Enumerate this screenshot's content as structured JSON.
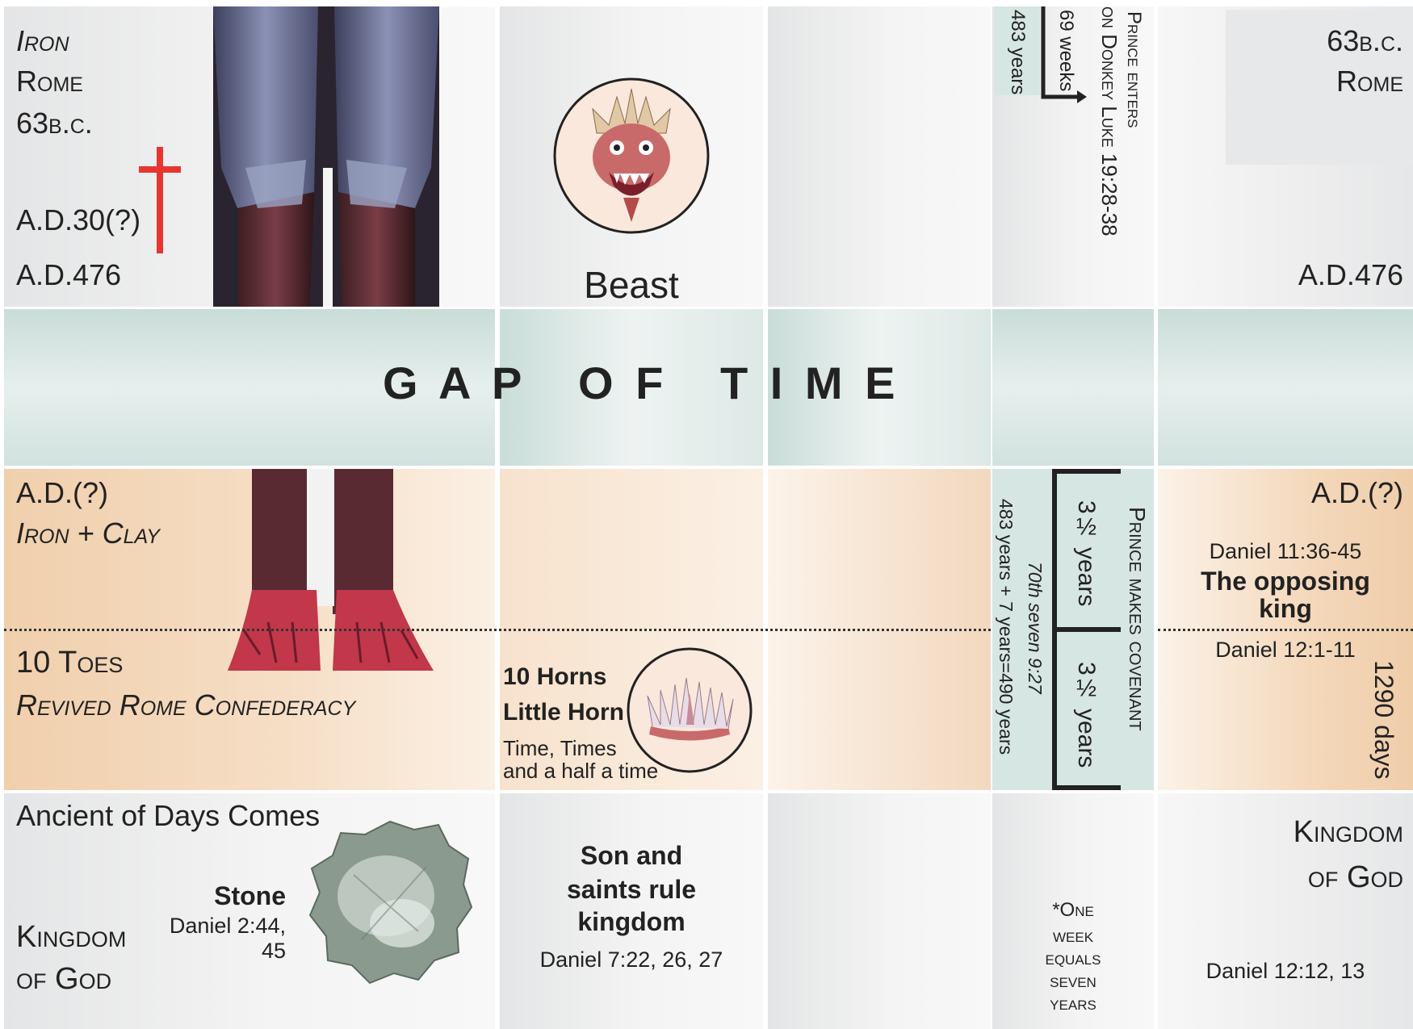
{
  "rome_top": {
    "label1": "Iron",
    "label2": "Rome",
    "date_start": "63b.c.",
    "date_cross": "A.D.30(?)",
    "date_end": "A.D.476"
  },
  "beast_label": "Beast",
  "seventy_weeks_top": {
    "years": "483 years",
    "weeks": "69 weeks",
    "prince_line1": "Prince enters",
    "prince_line2": "on Donkey Luke 19:28-38"
  },
  "right_top": {
    "date_start": "63b.c.",
    "label": "Rome",
    "date_end": "A.D.476"
  },
  "gap_band": {
    "text": "G A P   O F   T I M E"
  },
  "feet": {
    "date": "A.D.(?)",
    "label": "Iron + Clay"
  },
  "toes": {
    "label": "10 Toes",
    "sub": "Revived Rome Confederacy"
  },
  "horns": {
    "line1": "10 Horns",
    "line2": "Little Horn",
    "line3": "Time, Times",
    "line4": "and a half a time"
  },
  "seventieth_week": {
    "total": "483 years + 7 years=490 years",
    "week_label": "70th seven 9:27",
    "half1": "3½ years",
    "half2": "3½ years",
    "covenant": "Prince makes covenant"
  },
  "right_middle": {
    "date": "A.D.(?)",
    "ref1": "Daniel 11:36-45",
    "king_line1": "The opposing",
    "king_line2": "king",
    "ref2": "Daniel 12:1-11",
    "days": "1290 days"
  },
  "kingdom_left": {
    "heading": "Ancient of Days Comes",
    "stone": "Stone",
    "stone_ref": "Daniel 2:44, 45",
    "k1": "Kingdom",
    "k2": "of God"
  },
  "saints": {
    "line1": "Son and",
    "line2": "saints rule",
    "line3": "kingdom",
    "ref": "Daniel 7:22, 26, 27"
  },
  "week_note": {
    "line1": "*One",
    "line2": "week",
    "line3": "equals",
    "line4": "seven",
    "line5": "years"
  },
  "kingdom_right": {
    "k1": "Kingdom",
    "k2": "of God",
    "ref": "Daniel 12:12, 13"
  },
  "colors": {
    "cross": "#e8352f",
    "teal_band": "#d4e4e0",
    "peach_band": "#f2d3b4"
  }
}
